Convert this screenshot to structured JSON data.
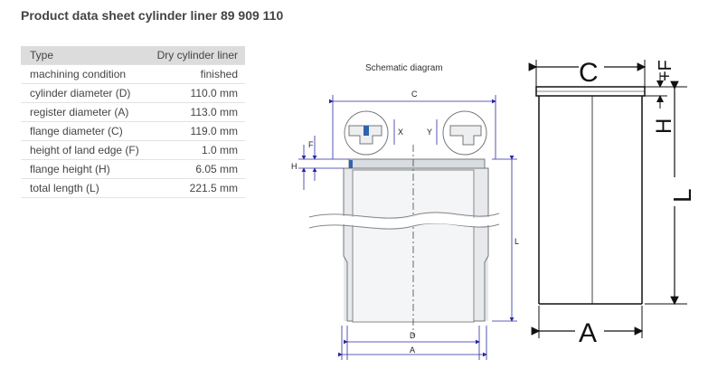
{
  "title": "Product data sheet cylinder liner 89 909 110",
  "table": {
    "rows": [
      {
        "label": "Type",
        "value": "Dry cylinder liner"
      },
      {
        "label": "machining condition",
        "value": "finished"
      },
      {
        "label": "cylinder diameter (D)",
        "value": "110.0 mm"
      },
      {
        "label": "register diameter (A)",
        "value": "113.0 mm"
      },
      {
        "label": "flange diameter (C)",
        "value": "119.0 mm"
      },
      {
        "label": "height of land edge (F)",
        "value": "1.0 mm"
      },
      {
        "label": "flange height (H)",
        "value": "6.05 mm"
      },
      {
        "label": "total length (L)",
        "value": "221.5 mm"
      }
    ]
  },
  "schematic": {
    "label": "Schematic diagram",
    "dims": {
      "C": "C",
      "F": "F",
      "H": "H",
      "X": "X",
      "Y": "Y",
      "L": "L",
      "D": "D",
      "A": "A"
    }
  },
  "side_view": {
    "dims": {
      "C": "C",
      "F": "+F",
      "H": "H",
      "L": "L",
      "A": "A"
    }
  }
}
